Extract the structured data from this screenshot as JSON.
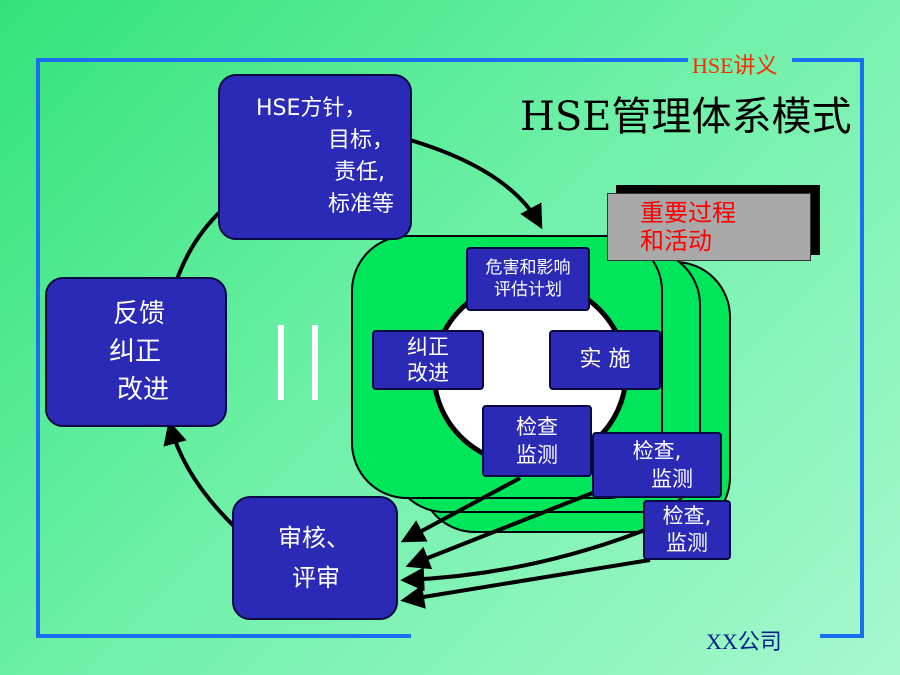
{
  "header": {
    "tag": "HSE讲义",
    "title": "HSE管理体系模式"
  },
  "footer": {
    "company": "XX公司"
  },
  "diagram": {
    "policy": [
      "HSE方针，",
      "目标，",
      "责任,",
      "标准等"
    ],
    "feedback": [
      "反馈",
      "纠正",
      "改进"
    ],
    "audit": [
      "审核、",
      "评审"
    ],
    "important": [
      "重要过程",
      "和活动"
    ],
    "hazard": [
      "危害和影响",
      "评估计划"
    ],
    "correct": [
      "纠正",
      "改进"
    ],
    "implement": "实 施",
    "check_inner": [
      "检查",
      "监测"
    ],
    "check_outer1": [
      "检查,",
      "监测"
    ],
    "check_outer2": [
      "检查,",
      "监测"
    ]
  },
  "colors": {
    "box": "#2a2ab6",
    "frame": "#1a6ef0",
    "green": "#00e65a",
    "important_text": "#ff0000"
  }
}
